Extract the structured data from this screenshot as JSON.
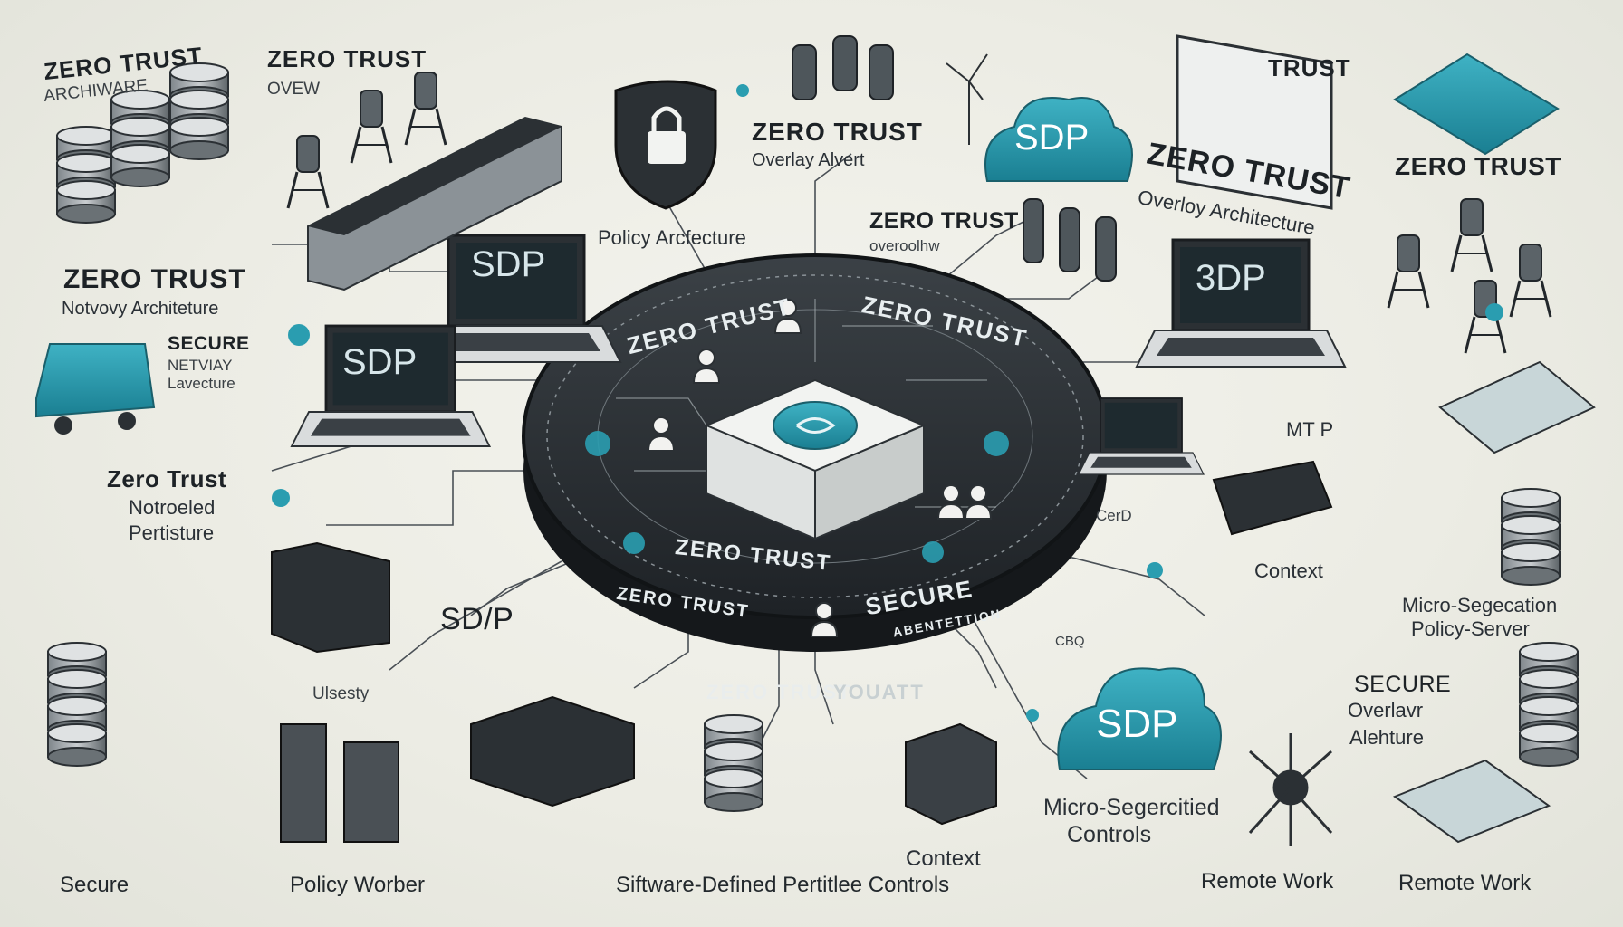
{
  "colors": {
    "background": "#ecece4",
    "teal": "#1f8fa3",
    "dark": "#2b3034",
    "line": "#4a5056"
  },
  "labels": {
    "tl_title": "ZERO TRUST",
    "tl_sub": "ARCHIWARE",
    "tl2_title": "ZERO TRUST",
    "tl2_sub": "OVEW",
    "center_top_title": "ZERO TRUST",
    "center_top_sub": "Overlay Alvert",
    "policy_arch": "Policy Arcfecture",
    "ctr2_title": "ZERO TRUST",
    "ctr2_sub": "overoolhw",
    "trust_top": "TRUST",
    "zt_overlay_title": "ZERO TRUST",
    "zt_overlay_sub": "Overloy Architecture",
    "far_right_title": "ZERO TRUST",
    "left_network_title": "ZERO TRUST",
    "left_network_sub": "Notvovy Architeture",
    "secure_net_1": "SECURE",
    "secure_net_2": "NETVIAY",
    "secure_net_3": "Lavecture",
    "zt_left_title": "Zero Trust",
    "zt_left_sub1": "Notroeled",
    "zt_left_sub2": "Pertisture",
    "mtp": "MT P",
    "cerd": "CerD",
    "context_right": "Context",
    "micro_seg_1": "Micro-Segecation",
    "micro_seg_2": "Policy-Server",
    "sdp_mid": "SD/P",
    "ulsesty": "Ulsesty",
    "cba": "CBQ",
    "secure_overlay_1": "SECURE",
    "secure_overlay_2": "Overlavr",
    "secure_overlay_3": "Alehture",
    "micro_controls_1": "Micro-Segercitied",
    "micro_controls_2": "Controls",
    "context_bottom": "Context",
    "bottom_secure": "Secure",
    "bottom_policy": "Policy Worber",
    "bottom_software": "Siftware-Defined Pertitlee Controls",
    "bottom_remote_1": "Remote Work",
    "bottom_remote_2": "Remote Work"
  },
  "disk": {
    "top_left": "ZERO TRUST",
    "top_right": "ZERO TRUST",
    "mid": "ZERO TRUST",
    "lower": "ZERO TRUST",
    "secure": "SECURE",
    "secure_sub": "ABENTETTION",
    "rim": "ZERO TRUST",
    "rim_sub": "YOUATT"
  },
  "screens": {
    "sdp_1": "SDP",
    "sdp_2": "SDP",
    "sdp_3": "3DP",
    "sdp_cloud_1": "SDP",
    "sdp_cloud_2": "SDP"
  },
  "icons": [
    "padlock-shield-icon",
    "cloud-icon",
    "database-icon",
    "server-rack-icon",
    "laptop-icon",
    "monitor-icon",
    "user-icon",
    "truck-icon",
    "wind-turbine-icon",
    "water-tower-icon",
    "gateway-box-icon",
    "network-hub-icon"
  ]
}
